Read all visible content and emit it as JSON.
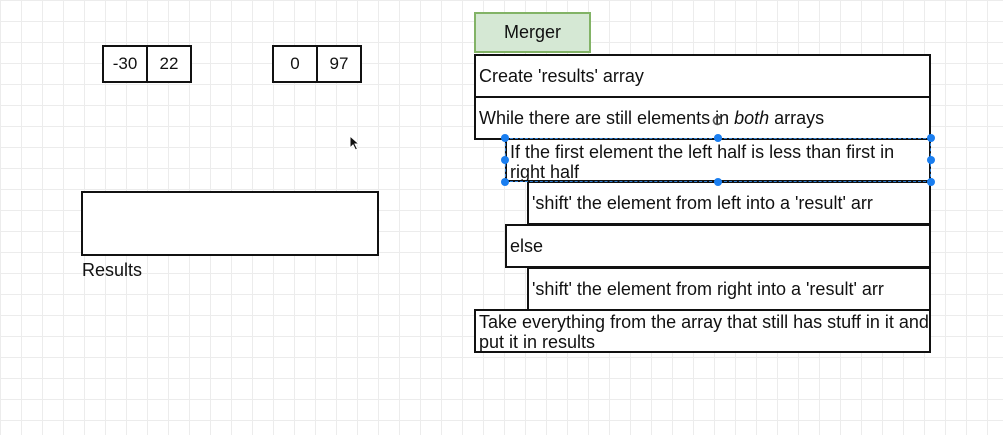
{
  "canvas": {
    "left_array": [
      "-30",
      "22"
    ],
    "right_array": [
      "0",
      "97"
    ],
    "results_label": "Results"
  },
  "merger": {
    "title": "Merger",
    "rows": {
      "create": "Create 'results' array",
      "while_before": "While there are still elements in ",
      "while_emph": "both",
      "while_after": " arrays",
      "if": "If the first element the left half is less than first in right half",
      "shift_left": "'shift' the element from left into a 'result' arr",
      "else": "else",
      "shift_right": "'shift' the element from right into a 'result' arr",
      "take": "Take everything from the array that still has stuff in it and put it in results"
    }
  },
  "colors": {
    "merger_fill": "#d5e8d4",
    "merger_border": "#82b366",
    "selection": "#1a7ef0",
    "grid": "#ececec"
  },
  "icons": {
    "cursor": "mouse-pointer-icon",
    "rotate": "rotate-handle-icon"
  }
}
